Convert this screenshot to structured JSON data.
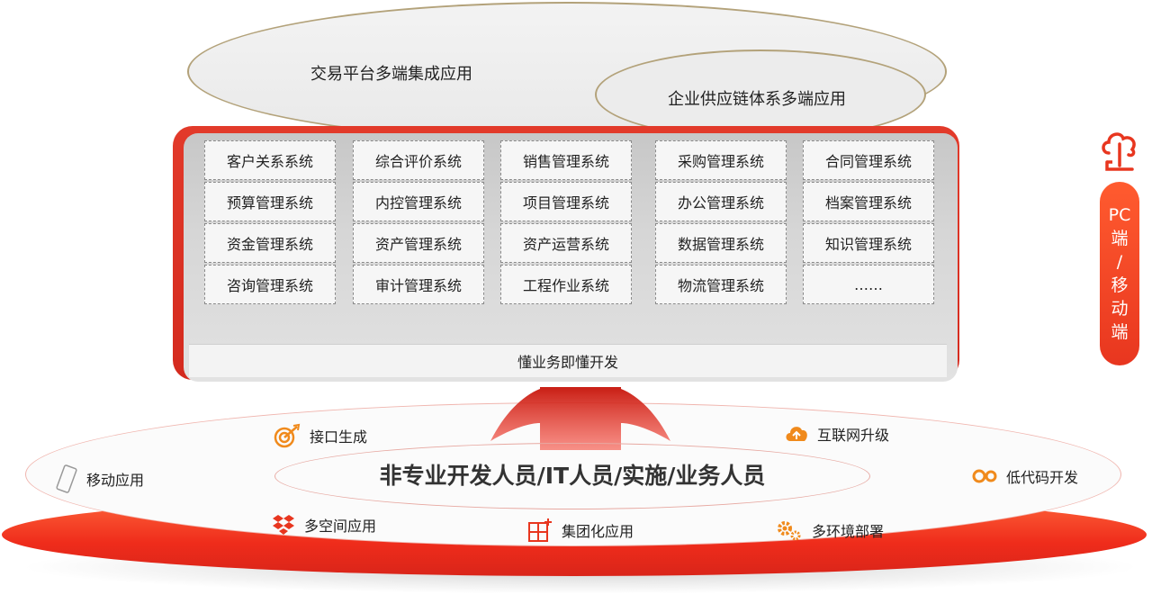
{
  "top": {
    "outer_label": "交易平台多端集成应用",
    "inner_label": "企业供应链体系多端应用"
  },
  "systems": {
    "col1": [
      "客户关系系统",
      "预算管理系统",
      "资金管理系统",
      "咨询管理系统"
    ],
    "col2": [
      "综合评价系统",
      "内控管理系统",
      "资产管理系统",
      "审计管理系统"
    ],
    "col3": [
      "销售管理系统",
      "项目管理系统",
      "资产运营系统",
      "工程作业系统"
    ],
    "col4": [
      "采购管理系统",
      "办公管理系统",
      "数据管理系统",
      "物流管理系统"
    ],
    "col5": [
      "合同管理系统",
      "档案管理系统",
      "知识管理系统",
      "……"
    ]
  },
  "platform_footer": "懂业务即懂开发",
  "side_pill": {
    "chars": [
      "PC",
      "端",
      "/",
      "移",
      "动",
      "端"
    ],
    "icon": "cloud-network-icon"
  },
  "base": {
    "center_title": "非专业开发人员/IT人员/实施/业务人员",
    "features": {
      "interface": {
        "label": "接口生成",
        "icon": "target-icon"
      },
      "internet": {
        "label": "互联网升级",
        "icon": "cloud-upload-icon"
      },
      "mobile": {
        "label": "移动应用",
        "icon": "phone-icon"
      },
      "lowcode": {
        "label": "低代码开发",
        "icon": "gears-icon"
      },
      "multispace": {
        "label": "多空间应用",
        "icon": "dropbox-icon"
      },
      "group": {
        "label": "集团化应用",
        "icon": "grid-add-icon"
      },
      "multienv": {
        "label": "多环境部署",
        "icon": "cogs-icon"
      }
    }
  },
  "colors": {
    "accent_red": "#e8361f",
    "accent_orange": "#f08a1c",
    "ellipse_border": "#b3a27a"
  }
}
